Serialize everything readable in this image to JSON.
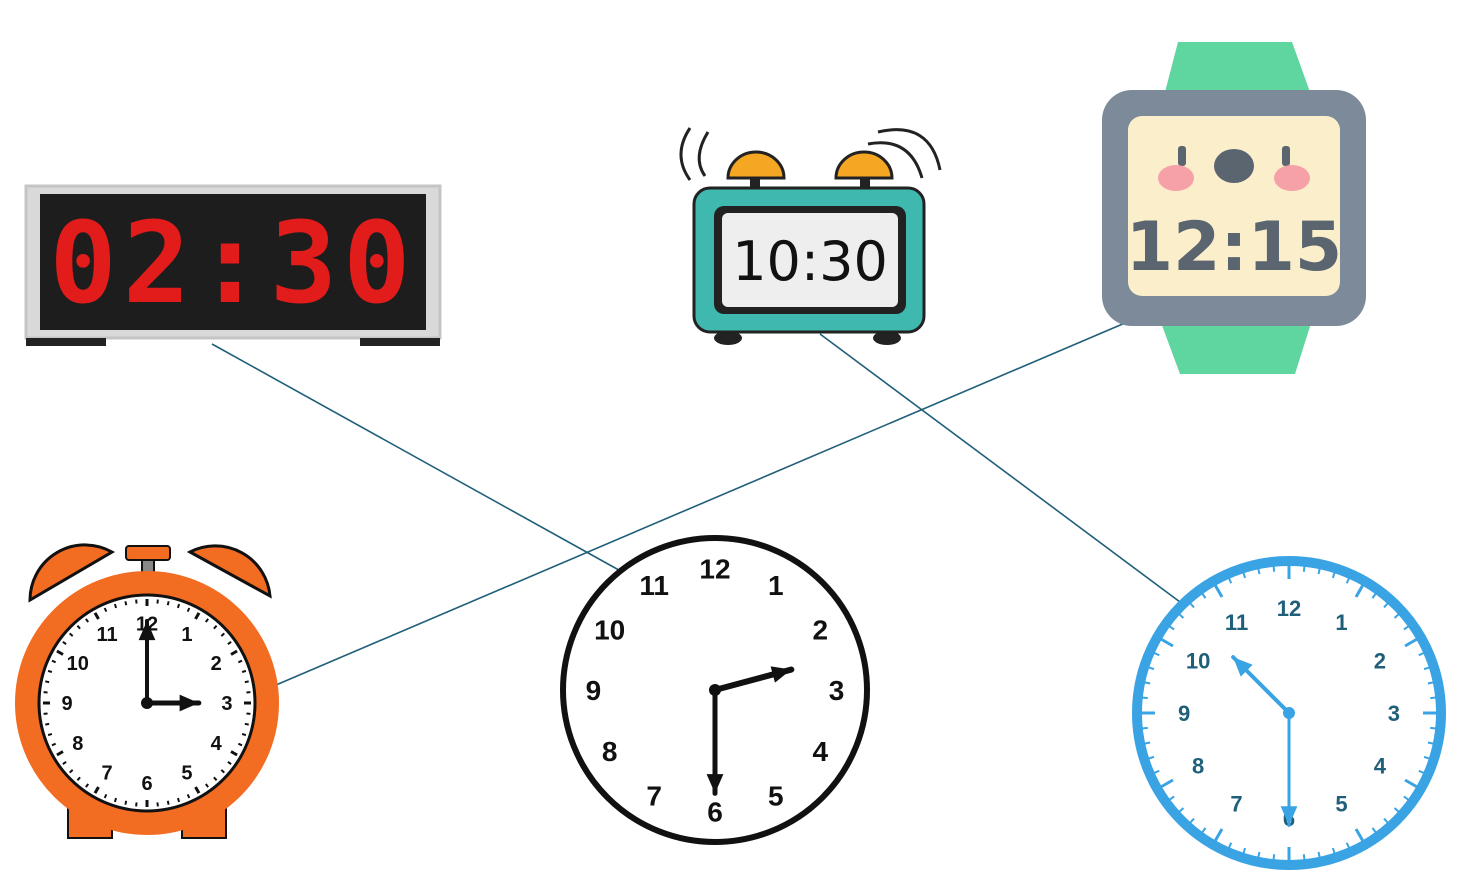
{
  "clocks": {
    "digital_led": {
      "time": "02:30",
      "digit_color": "#e21b1b"
    },
    "digital_alarm": {
      "time": "10:30",
      "body_color": "#3fb8b0",
      "bell_color": "#f5a623"
    },
    "smart_watch": {
      "time": "12:15",
      "band_color": "#5fd6a0",
      "case_color": "#7c8a99"
    },
    "analog_orange": {
      "hour": 3,
      "minute": 0,
      "numbers": [
        "12",
        "1",
        "2",
        "3",
        "4",
        "5",
        "6",
        "7",
        "8",
        "9",
        "10",
        "11"
      ],
      "color": "#f26c22"
    },
    "analog_black": {
      "hour": 2,
      "minute": 30,
      "numbers": [
        "12",
        "1",
        "2",
        "3",
        "4",
        "5",
        "6",
        "7",
        "8",
        "9",
        "10",
        "11"
      ],
      "color": "#111111"
    },
    "analog_blue": {
      "hour": 10,
      "minute": 30,
      "numbers": [
        "12",
        "1",
        "2",
        "3",
        "4",
        "5",
        "6",
        "7",
        "8",
        "9",
        "10",
        "11"
      ],
      "color": "#3aa3e3"
    }
  },
  "links": [
    {
      "from": "digital_led",
      "to": "analog_black"
    },
    {
      "from": "smart_watch",
      "to": "analog_orange"
    },
    {
      "from": "digital_alarm",
      "to": "analog_blue"
    }
  ],
  "line_color": "#1f5f7a"
}
